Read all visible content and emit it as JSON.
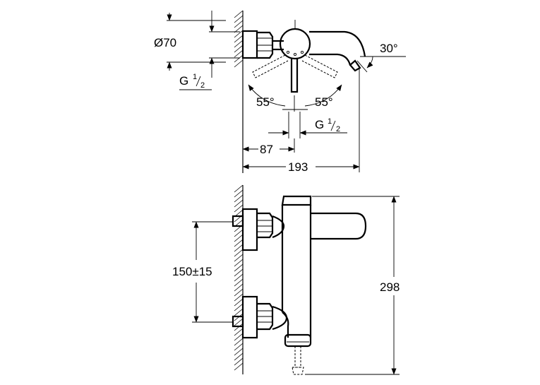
{
  "drawing": {
    "top_view": {
      "diameter_label": "Ø70",
      "thread_label_left": {
        "main": "G",
        "num": "1",
        "den": "2"
      },
      "angle_right": "30°",
      "angle_left_swivel": "55°",
      "angle_right_swivel": "55°",
      "thread_label_bottom": {
        "main": "G",
        "num": "1",
        "den": "2"
      },
      "dim_projection": "87",
      "dim_total_length": "193"
    },
    "side_view": {
      "dim_centres": "150±15",
      "dim_height": "298"
    }
  }
}
